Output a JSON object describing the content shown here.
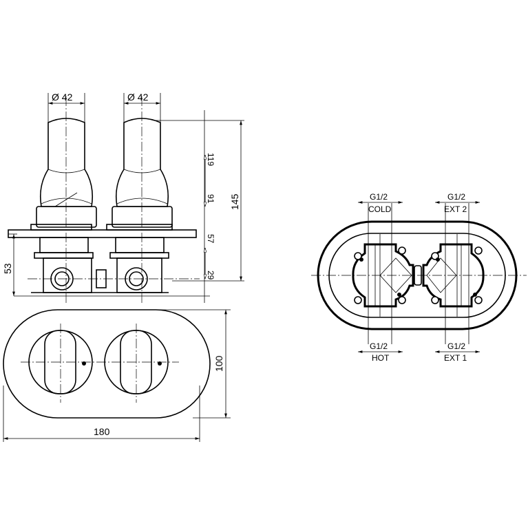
{
  "title": "Thermostatic concealed valve technical drawing",
  "side_view": {
    "diameter_left": "Ø 42",
    "diameter_right": "Ø 42",
    "height_total": "145",
    "height_body": "53",
    "range_upper": [
      "119",
      "91"
    ],
    "range_lower": [
      "57",
      "29"
    ]
  },
  "front_view": {
    "height": "100",
    "width": "180"
  },
  "back_view": {
    "ports": [
      {
        "thread": "G1/2",
        "label": "COLD"
      },
      {
        "thread": "G1/2",
        "label": "EXT 2"
      },
      {
        "thread": "G1/2",
        "label": "HOT"
      },
      {
        "thread": "G1/2",
        "label": "EXT 1"
      }
    ]
  }
}
